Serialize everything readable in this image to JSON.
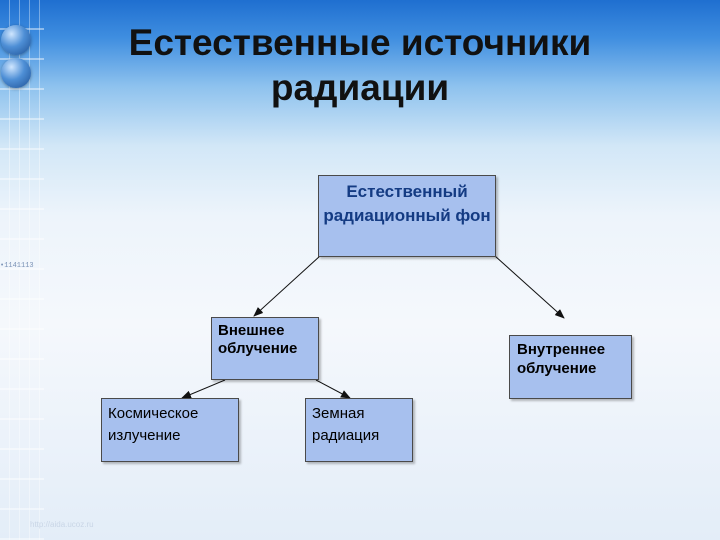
{
  "slide": {
    "title": "Естественные источники радиации",
    "side_code": "•1141113",
    "watermark": "http://aida.ucoz.ru"
  },
  "diagram": {
    "root": "Естественный радиационный фон",
    "external": "Внешнее облучение",
    "internal": "Внутреннее облучение",
    "cosmic": "Космическое излучение",
    "terrestrial": "Земная радиация"
  }
}
